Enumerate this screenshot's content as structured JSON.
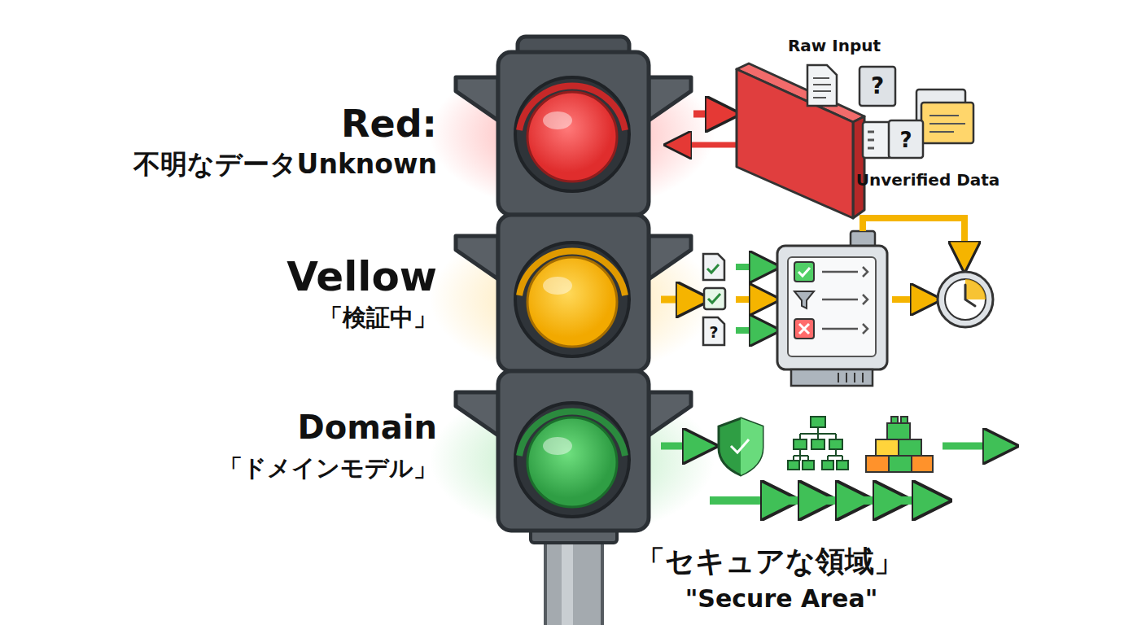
{
  "diagram": {
    "labels": [
      "Raw Input",
      "?",
      "Red:",
      "?",
      "不明なデータUnknown",
      "Unverified Data",
      "Vellow",
      "「検証中」",
      "?",
      "Domain",
      "「ドメインモデル」",
      "「セキュアな領域」",
      "\"Secure Area\""
    ]
  }
}
